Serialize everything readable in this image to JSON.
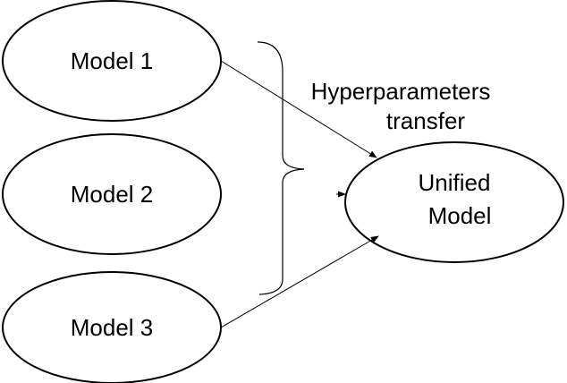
{
  "diagram": {
    "nodes": [
      {
        "id": "model-1",
        "label": "Model 1"
      },
      {
        "id": "model-2",
        "label": "Model 2"
      },
      {
        "id": "model-3",
        "label": "Model 3"
      },
      {
        "id": "unified-model",
        "label_line1": "Unified",
        "label_line2": "Model"
      }
    ],
    "edges": [
      {
        "from": "model-1",
        "to": "unified-model"
      },
      {
        "from": "model-2",
        "to": "unified-model"
      },
      {
        "from": "model-3",
        "to": "unified-model"
      }
    ],
    "edge_label": {
      "line1": "Hyperparameters",
      "line2": "transfer"
    }
  }
}
